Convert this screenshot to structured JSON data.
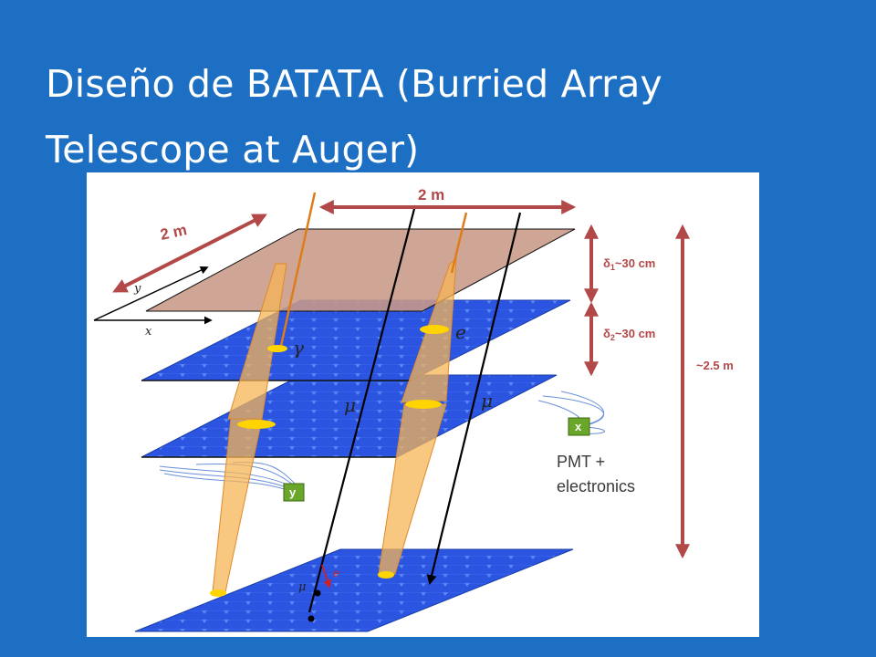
{
  "slide": {
    "title_line1": "Diseño de BATATA (Burried Array",
    "title_line2": "Telescope at Auger)",
    "background_color": "#1d6fc3"
  },
  "diagram": {
    "top_dimension": "2 m",
    "side_dimension": "2 m",
    "delta1_label": "δ",
    "delta1_sub": "1",
    "delta1_value": "~30 cm",
    "delta2_label": "δ",
    "delta2_sub": "2",
    "delta2_value": "~30 cm",
    "total_height": "~2.5 m",
    "axis_y": "y",
    "axis_x": "x",
    "gamma_label": "γ",
    "electron_label": "e",
    "muon_label_1": "μ",
    "muon_label_2": "μ",
    "bottom_muon_label": "μ",
    "bottom_electron_label": "e",
    "box_x_label": "x",
    "box_y_label": "y",
    "pmt_line1": "PMT +",
    "pmt_line2": "electronics",
    "colors": {
      "dimension_arrows": "#b24848",
      "scintillator_planes": "#2b55e0",
      "absorber_plane": "#c89a88",
      "shower_cones": "#f6b455",
      "pmt_boxes": "#6aa629"
    }
  }
}
